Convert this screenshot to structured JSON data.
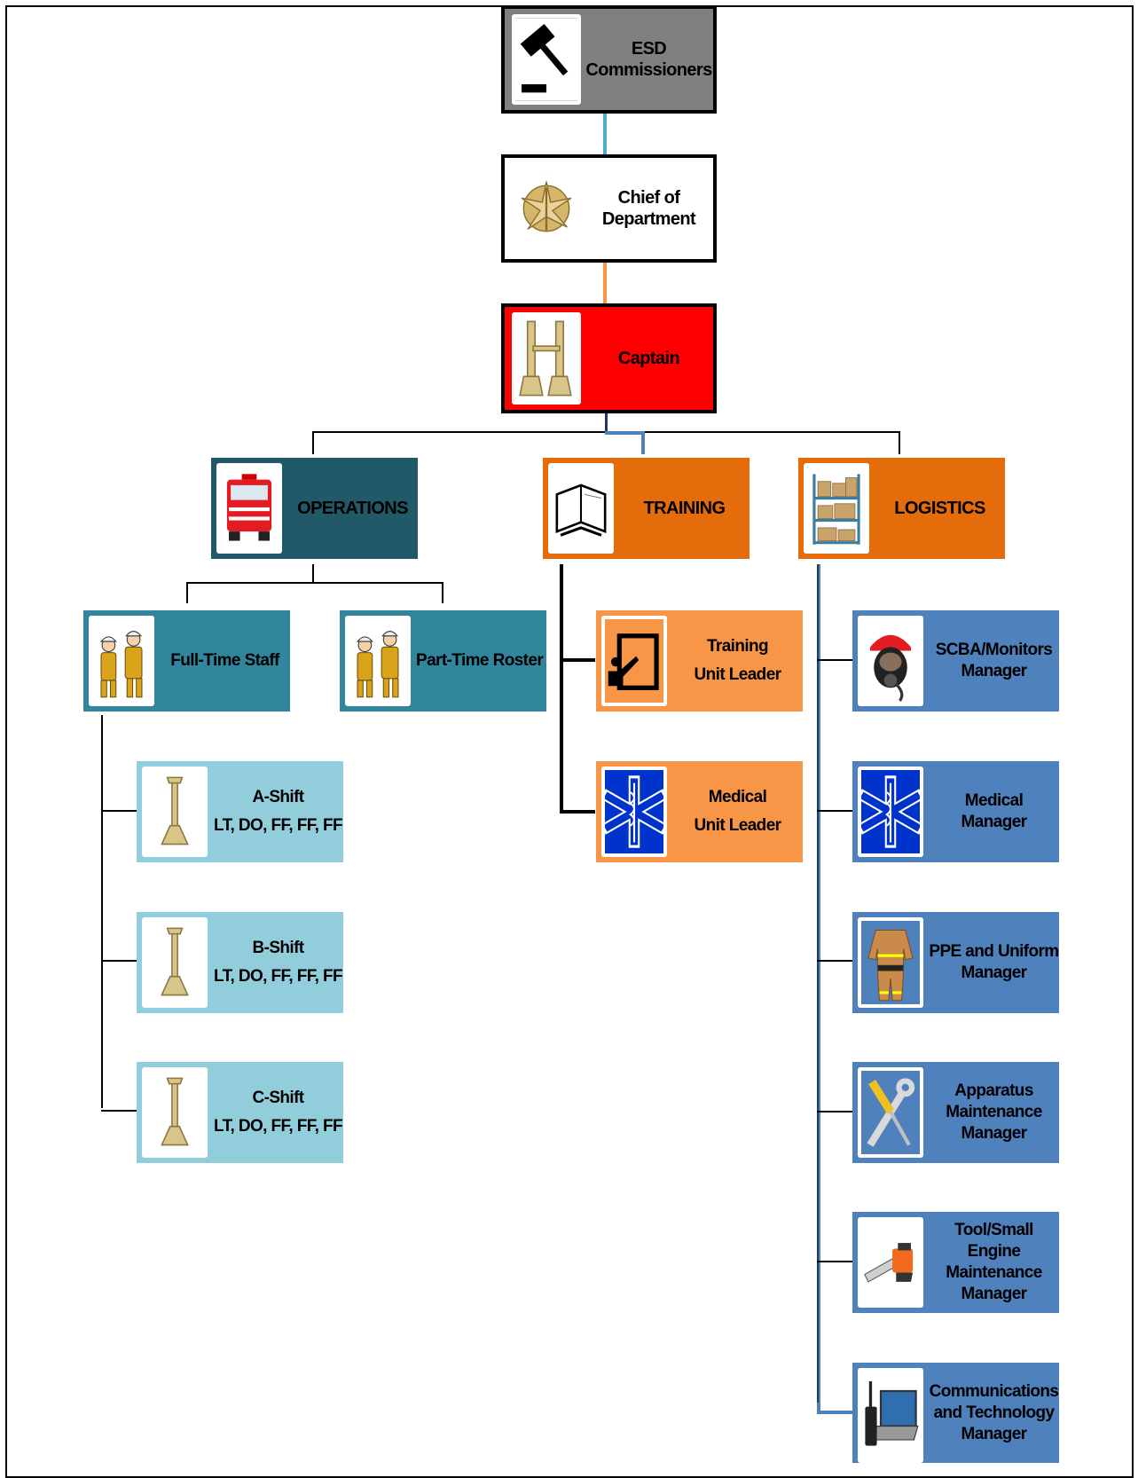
{
  "nodes": {
    "esd": {
      "lines": [
        "ESD",
        "Commissioners"
      ],
      "color": "#808080"
    },
    "chief": {
      "lines": [
        "Chief of",
        "Department"
      ],
      "color": "#ffffff"
    },
    "captain": {
      "lines": [
        "Captain"
      ],
      "color": "#ff0000"
    },
    "operations": {
      "label": "OPERATIONS",
      "color": "#215968"
    },
    "training": {
      "label": "TRAINING",
      "color": "#e46c0a"
    },
    "logistics": {
      "label": "LOGISTICS",
      "color": "#e46c0a"
    },
    "full_time": {
      "label": "Full-Time Staff",
      "color": "#31859c"
    },
    "part_time": {
      "label": "Part-Time Roster",
      "color": "#31859c"
    },
    "a_shift": {
      "lines": [
        "A-Shift",
        "LT, DO, FF, FF, FF"
      ],
      "color": "#92cddc"
    },
    "b_shift": {
      "lines": [
        "B-Shift",
        "LT, DO, FF, FF, FF"
      ],
      "color": "#92cddc"
    },
    "c_shift": {
      "lines": [
        "C-Shift",
        "LT, DO, FF, FF, FF"
      ],
      "color": "#92cddc"
    },
    "training_leader": {
      "lines": [
        "Training",
        "Unit Leader"
      ],
      "color": "#f79646"
    },
    "medical_leader": {
      "lines": [
        "Medical",
        "Unit Leader"
      ],
      "color": "#f79646"
    },
    "scba": {
      "lines": [
        "SCBA/Monitors",
        "Manager"
      ],
      "color": "#4f81bd"
    },
    "medical_mgr": {
      "lines": [
        "Medical",
        "Manager"
      ],
      "color": "#4f81bd"
    },
    "ppe": {
      "lines": [
        "PPE and Uniform",
        "Manager"
      ],
      "color": "#4f81bd"
    },
    "apparatus": {
      "lines": [
        "Apparatus",
        "Maintenance",
        "Manager"
      ],
      "color": "#4f81bd"
    },
    "tool": {
      "lines": [
        "Tool/Small",
        "Engine",
        "Maintenance",
        "Manager"
      ],
      "color": "#4f81bd"
    },
    "comms": {
      "lines": [
        "Communications",
        "and Technology",
        "Manager"
      ],
      "color": "#4f81bd"
    }
  },
  "icons": {
    "esd": "gavel-icon",
    "chief": "chief-badge-icon",
    "captain": "captain-bugles-icon",
    "operations": "fire-truck-icon",
    "training": "open-book-icon",
    "logistics": "warehouse-shelves-icon",
    "full_time": "firefighters-icon",
    "part_time": "firefighters-icon",
    "shift": "bugle-icon",
    "training_leader": "teacher-board-icon",
    "medical": "star-of-life-icon",
    "scba": "scba-mask-icon",
    "ppe": "turnout-gear-icon",
    "apparatus": "wrench-screwdriver-icon",
    "tool": "chainsaw-icon",
    "comms": "laptop-radio-icon"
  }
}
